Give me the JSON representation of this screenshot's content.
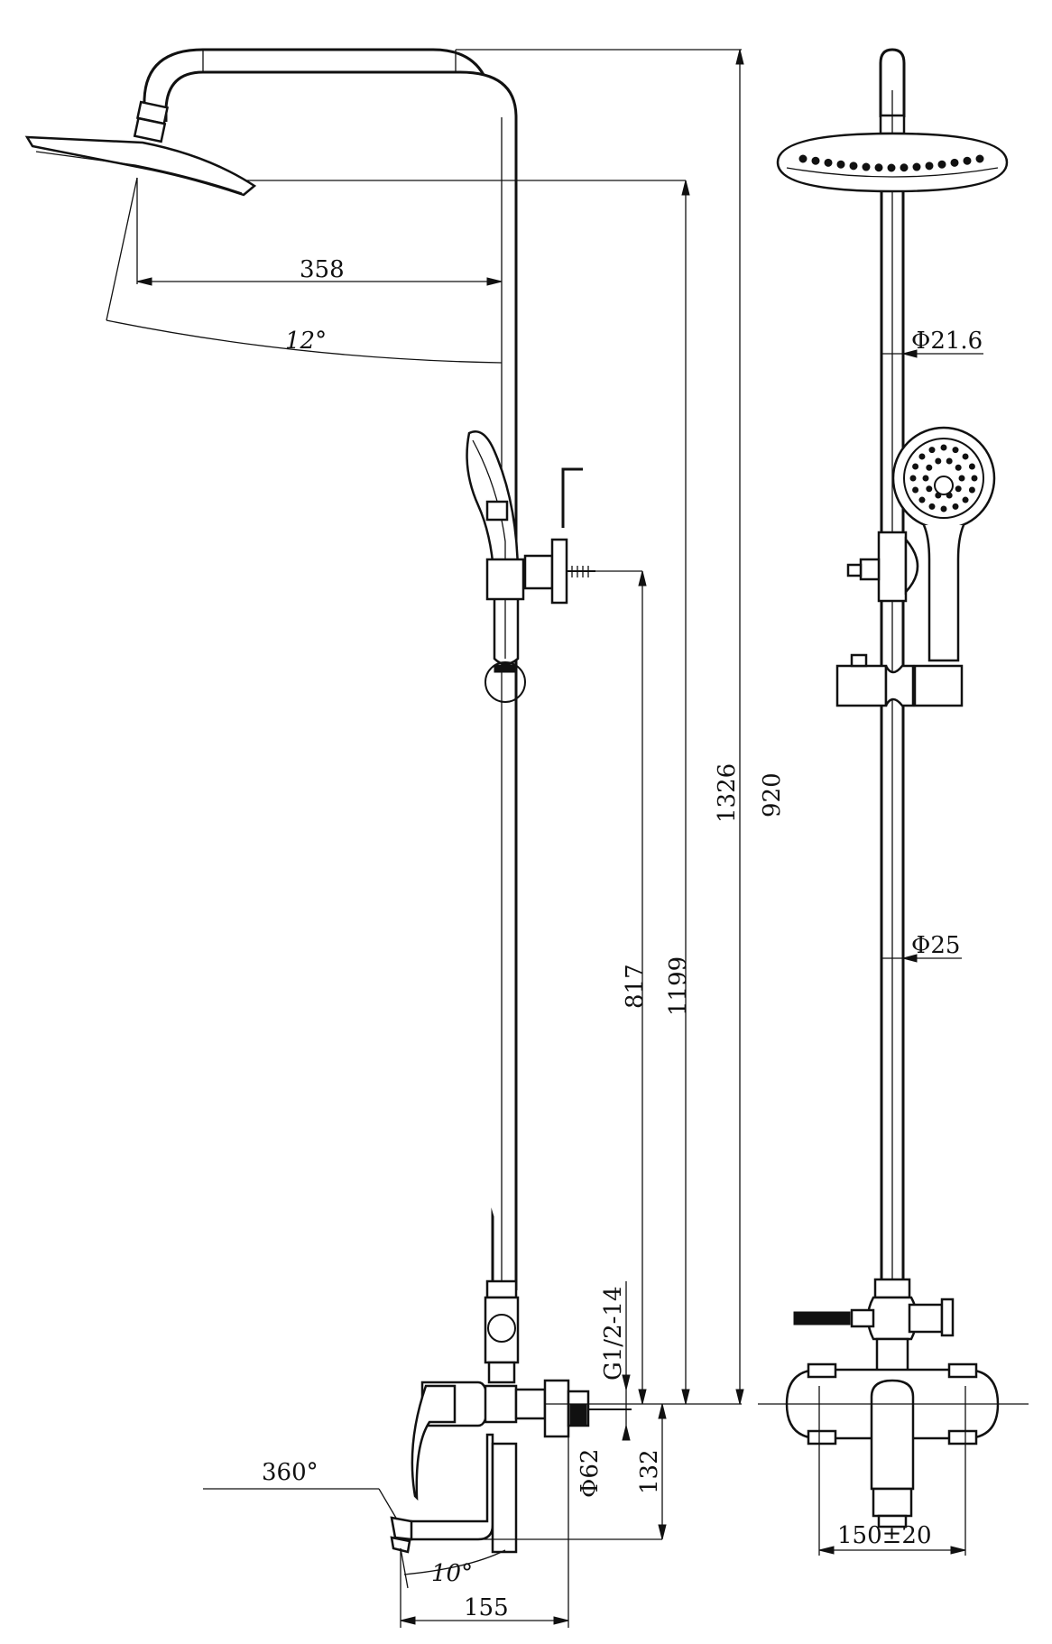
{
  "side_view": {
    "dim_358": "358",
    "angle_head": "12°",
    "dim_1326": "1326",
    "dim_920": "920",
    "dim_817": "817",
    "dim_1199": "1199",
    "thread": "G1/2-14",
    "dim_62": "Φ62",
    "dim_132": "132",
    "swivel": "360°",
    "angle_spout": "10°",
    "dim_155": "155"
  },
  "front_view": {
    "dia_upper": "Φ21.6",
    "dia_lower": "Φ25",
    "centers": "150±20"
  }
}
